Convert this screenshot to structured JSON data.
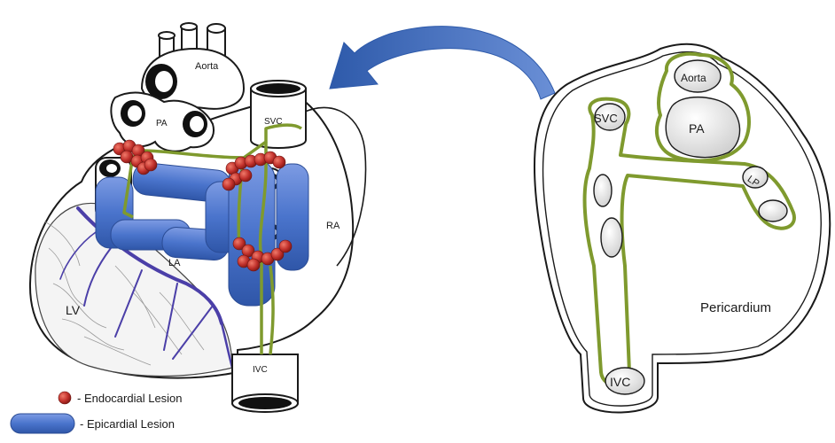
{
  "heart_diagram": {
    "labels": {
      "aorta": "Aorta",
      "pa": "PA",
      "svc": "SVC",
      "ra": "RA",
      "la": "LA",
      "lv": "LV",
      "ivc": "IVC"
    }
  },
  "pericardium_diagram": {
    "labels": {
      "aorta": "Aorta",
      "pa": "PA",
      "svc": "SVC",
      "lp": "LP",
      "ivc": "IVC",
      "pericardium": "Pericardium"
    }
  },
  "legend": {
    "items": [
      {
        "label": "- Endocardial Lesion",
        "color": "#c0302b"
      },
      {
        "label": "- Epicardial Lesion",
        "color": "#4a74cc"
      }
    ]
  },
  "colors": {
    "endocardial": "#c0302b",
    "epicardial": "#4a74cc",
    "green_band": "#7f9a2e",
    "arrow": "#3f68b8",
    "coronary": "#4b3fa8",
    "outline": "#1a1a1a"
  }
}
